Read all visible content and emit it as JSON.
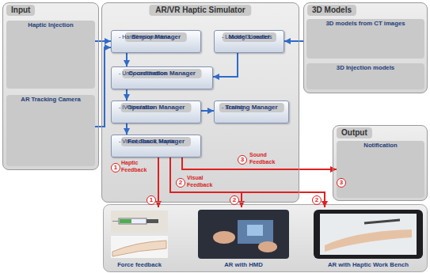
{
  "diagram": {
    "nodes": [
      {
        "text": [
          "Input"
        ]
      },
      {
        "text": [
          "Haptic Injection"
        ],
        "in": 0
      },
      {
        "text": [
          "AR Tracking Camera"
        ],
        "in": 0
      },
      {
        "text": [
          "AR/VR Haptic Simulator"
        ]
      },
      {
        "text": [
          "Sensor Manager",
          "- Handling input data"
        ],
        "in": 3
      },
      {
        "text": [
          "Model Loader",
          "- Loading 3d models"
        ],
        "in": 3
      },
      {
        "text": [
          "Coordination Manager",
          "- Unify coordination"
        ],
        "in": 3
      },
      {
        "text": [
          "Operation Manager",
          "- IV simulation"
        ],
        "in": 3
      },
      {
        "text": [
          "Training Manager",
          "- Scoring"
        ],
        "in": 3
      },
      {
        "text": [
          "Feedback Manager",
          "- Visual, Sound, Haptic"
        ],
        "in": 3
      },
      {
        "text": [
          "3D Models"
        ]
      },
      {
        "text": [
          "3D models from CT images"
        ],
        "in": 10
      },
      {
        "text": [
          "3D Injection models"
        ],
        "in": 10
      },
      {
        "text": [
          "Output"
        ]
      },
      {
        "text": [
          "Notification"
        ],
        "in": 13
      },
      {
        "text": [
          "Force feedback"
        ]
      },
      {
        "text": [
          "AR with HMD"
        ]
      },
      {
        "text": [
          "AR with Haptic Work Bench"
        ]
      }
    ],
    "edges": [
      {
        "from": 1,
        "to": 4,
        "arrow": "to"
      },
      {
        "from": 2,
        "to": 4,
        "arrow": "to"
      },
      {
        "from": 10,
        "to": 5,
        "arrow": "to"
      },
      {
        "from": 4,
        "to": 6,
        "arrow": "to"
      },
      {
        "from": 5,
        "to": 6,
        "arrow": "to"
      },
      {
        "from": 6,
        "to": 7,
        "arrow": "to"
      },
      {
        "from": 7,
        "to": 8,
        "arrow": "to"
      },
      {
        "from": 7,
        "to": 9,
        "arrow": "to"
      },
      {
        "from": 9,
        "to": 15,
        "label": "Haptic Feedback",
        "arrow": "to"
      },
      {
        "from": 9,
        "to": 16,
        "label": "Visual Feedback",
        "arrow": "to"
      },
      {
        "from": 9,
        "to": 17,
        "arrow": "to"
      },
      {
        "from": 9,
        "to": 14,
        "label": "Sound Feedback",
        "arrow": "to"
      }
    ],
    "labels": [
      "1",
      "2",
      "3",
      "1",
      "2",
      "2",
      "3"
    ]
  }
}
